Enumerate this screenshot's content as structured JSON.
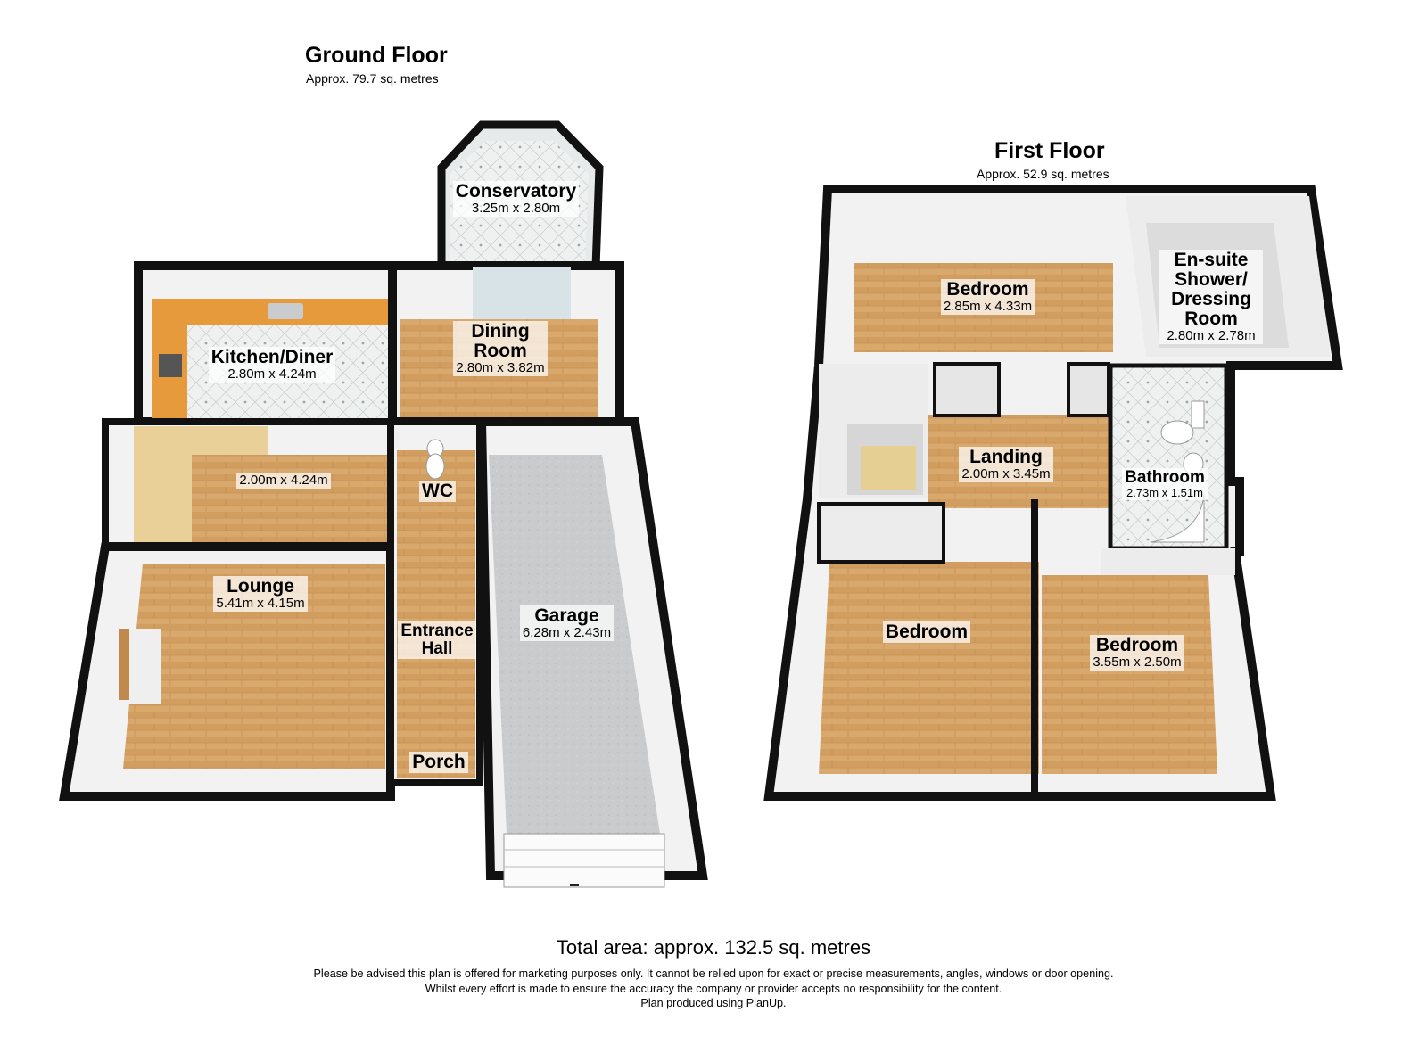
{
  "ground_floor": {
    "title": "Ground Floor",
    "area": "Approx. 79.7 sq. metres",
    "rooms": [
      {
        "name": "Conservatory",
        "dims": "3.25m x 2.80m"
      },
      {
        "name": "Kitchen/Diner",
        "dims": "2.80m x 4.24m"
      },
      {
        "name": "Dining Room",
        "dims": "2.80m x 3.82m"
      },
      {
        "name": "",
        "dims": "2.00m x 4.24m"
      },
      {
        "name": "WC",
        "dims": ""
      },
      {
        "name": "Lounge",
        "dims": "5.41m x 4.15m"
      },
      {
        "name": "Garage",
        "dims": "6.28m x 2.43m"
      },
      {
        "name": "Entrance Hall",
        "dims": ""
      },
      {
        "name": "Porch",
        "dims": ""
      }
    ]
  },
  "first_floor": {
    "title": "First Floor",
    "area": "Approx. 52.9 sq. metres",
    "rooms": [
      {
        "name": "Bedroom",
        "dims": "2.85m x 4.33m"
      },
      {
        "name": "En-suite Shower/ Dressing Room",
        "dims": "2.80m x 2.78m"
      },
      {
        "name": "Landing",
        "dims": "2.00m x 3.45m"
      },
      {
        "name": "Bathroom",
        "dims": "2.73m x 1.51m"
      },
      {
        "name": "Bedroom",
        "dims": ""
      },
      {
        "name": "Bedroom",
        "dims": "3.55m x 2.50m"
      }
    ]
  },
  "footer": {
    "total_area": "Total area: approx. 132.5 sq. metres",
    "disclaimer_1": "Please be advised this plan is offered for marketing purposes only. It cannot be relied upon for exact or precise measurements, angles, windows or door opening.",
    "disclaimer_2": "Whilst every effort is made to ensure the accuracy the company or provider accepts no responsibility for the content.",
    "disclaimer_3": "Plan produced using PlanUp."
  },
  "colors": {
    "wood": "#d9a86c",
    "tile": "#eef1f0",
    "garage": "#c9cbcd",
    "wall": "#111111",
    "counter": "#e79a3c"
  }
}
